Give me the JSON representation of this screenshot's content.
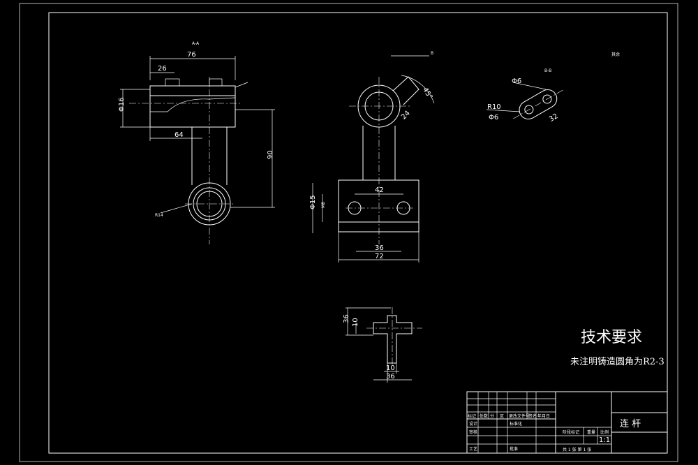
{
  "drawing": {
    "title": "连 杆",
    "scale": "1:1",
    "sheet_info": "共 1 张  第 1 张",
    "roughness_note": "其余",
    "tech_req": {
      "heading": "技术要求",
      "note": "未注明铸造圆角为R2-3"
    },
    "section_labels": {
      "aa": "A-A",
      "bb": "B-B",
      "marker": "B"
    },
    "view1_dims": {
      "len76": "76",
      "len26": "26",
      "len64": "64",
      "dia16": "Φ16",
      "h90": "90",
      "r14": "R14"
    },
    "view2_dims": {
      "ang": "45°",
      "d24": "24",
      "d42": "42",
      "d36": "36",
      "d72": "72",
      "dia15": "Φ15",
      "m8": "M8"
    },
    "view3_dims": {
      "d36h": "36",
      "d10h": "10",
      "d10w": "10",
      "d36w": "36"
    },
    "view4_dims": {
      "phi6a": "Φ6",
      "r10": "R10",
      "phi6b": "Φ6",
      "d32": "32"
    },
    "title_block": {
      "headers": [
        "标记",
        "处数",
        "分",
        "区",
        "更改文件号",
        "签名",
        "年月日"
      ],
      "row_design": "设计",
      "row_check": "审核",
      "row_craft": "工艺",
      "std": "标准化",
      "approve": "批准",
      "stage_label": "阶段标记",
      "weight_label": "重量",
      "scale_label": "比例"
    }
  }
}
